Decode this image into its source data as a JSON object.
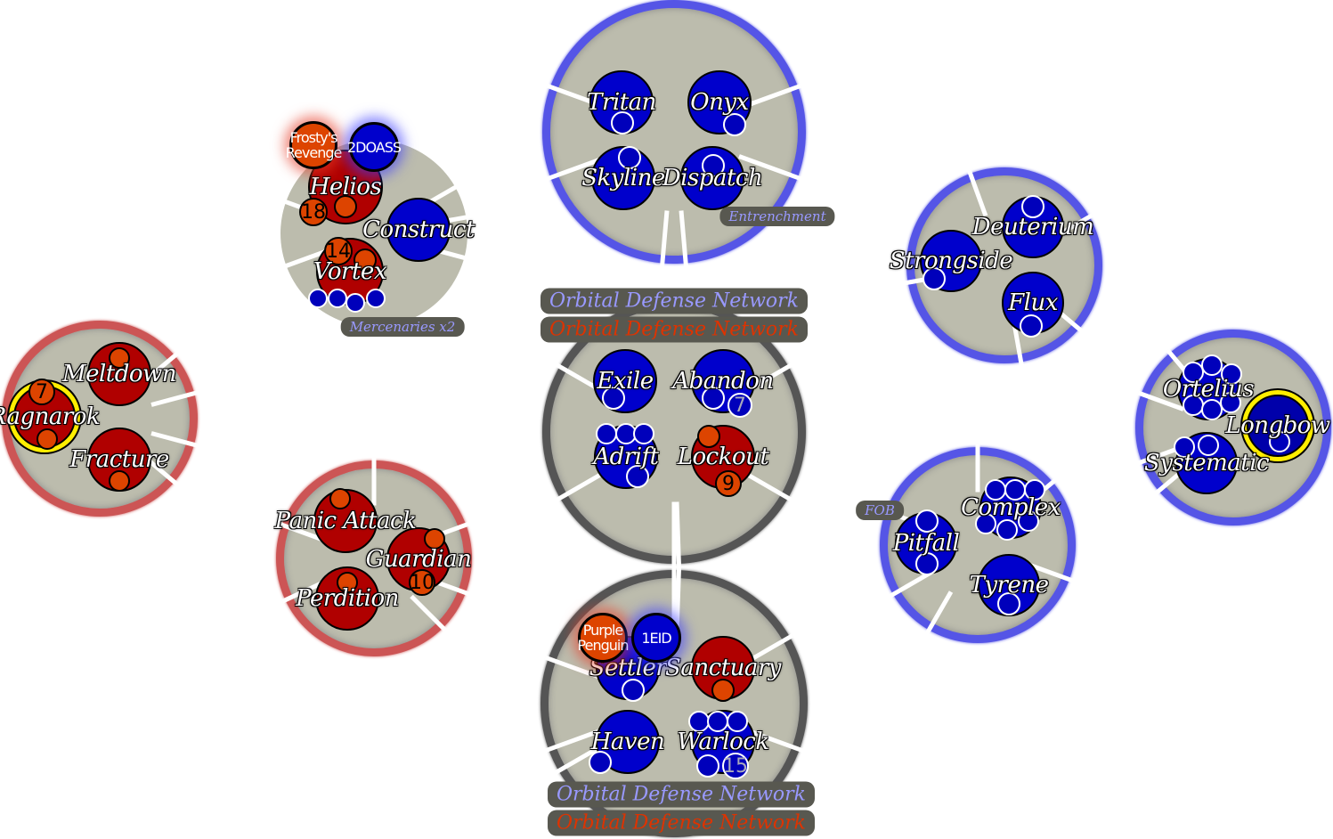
{
  "colors": {
    "blue": "#0000cc",
    "red": "#b00000",
    "orange": "#dd4400",
    "ring_blue": "#5555e6",
    "ring_red": "#cc5555",
    "ring_gray": "#555555",
    "tag_blue": "#9999ff",
    "tag_red": "#dd3300",
    "highlight": "#ffee00"
  },
  "systems": [
    {
      "name": "helios-system",
      "planets": [
        "Helios",
        "Construct",
        "Vortex"
      ],
      "units": [
        "18",
        "",
        "14",
        "",
        "",
        "",
        "",
        ""
      ],
      "players": [
        "Frosty's Revenge",
        "2DOASS"
      ],
      "tags": [
        "Mercenaries x2"
      ]
    },
    {
      "name": "top-system",
      "planets": [
        "Tritan",
        "Onyx",
        "Skyline",
        "Dispatch"
      ],
      "units": [
        "",
        "",
        "",
        ""
      ],
      "players": [],
      "tags": [
        "Entrenchment",
        "Orbital Defense Network",
        "Orbital Defense Network"
      ]
    },
    {
      "name": "center-system",
      "planets": [
        "Exile",
        "Abandon",
        "Adrift",
        "Lockout"
      ],
      "units": [
        "",
        "",
        "7",
        "",
        "",
        "",
        "",
        "",
        "9"
      ],
      "players": [],
      "tags": []
    },
    {
      "name": "bottom-system",
      "planets": [
        "Settler",
        "Sanctuary",
        "Haven",
        "Warlock"
      ],
      "units": [
        "",
        "",
        "",
        "",
        "",
        "",
        "",
        "15"
      ],
      "players": [
        "Purple Penguin",
        "1EID"
      ],
      "tags": [
        "Orbital Defense Network",
        "Orbital Defense Network"
      ]
    },
    {
      "name": "ragnarok-system",
      "planets": [
        "Meltdown",
        "Ragnarok",
        "Fracture"
      ],
      "units": [
        "",
        "7",
        "",
        ""
      ],
      "players": [],
      "tags": []
    },
    {
      "name": "panic-system",
      "planets": [
        "Panic Attack",
        "Guardian",
        "Perdition"
      ],
      "units": [
        "",
        "",
        "10",
        ""
      ],
      "players": [],
      "tags": []
    },
    {
      "name": "deuterium-system",
      "planets": [
        "Deuterium",
        "Strongside",
        "Flux"
      ],
      "units": [
        "",
        "",
        ""
      ],
      "players": [],
      "tags": []
    },
    {
      "name": "pitfall-system",
      "planets": [
        "Complex",
        "Pitfall",
        "Tyrene"
      ],
      "units": [
        "",
        "",
        "",
        "",
        "",
        "",
        "",
        "",
        ""
      ],
      "players": [],
      "tags": [
        "FOB"
      ]
    },
    {
      "name": "ortelius-system",
      "planets": [
        "Ortelius",
        "Longbow",
        "Systematic"
      ],
      "units": [
        "",
        "",
        "",
        "",
        "",
        "",
        "",
        "",
        ""
      ],
      "players": [],
      "tags": []
    }
  ]
}
